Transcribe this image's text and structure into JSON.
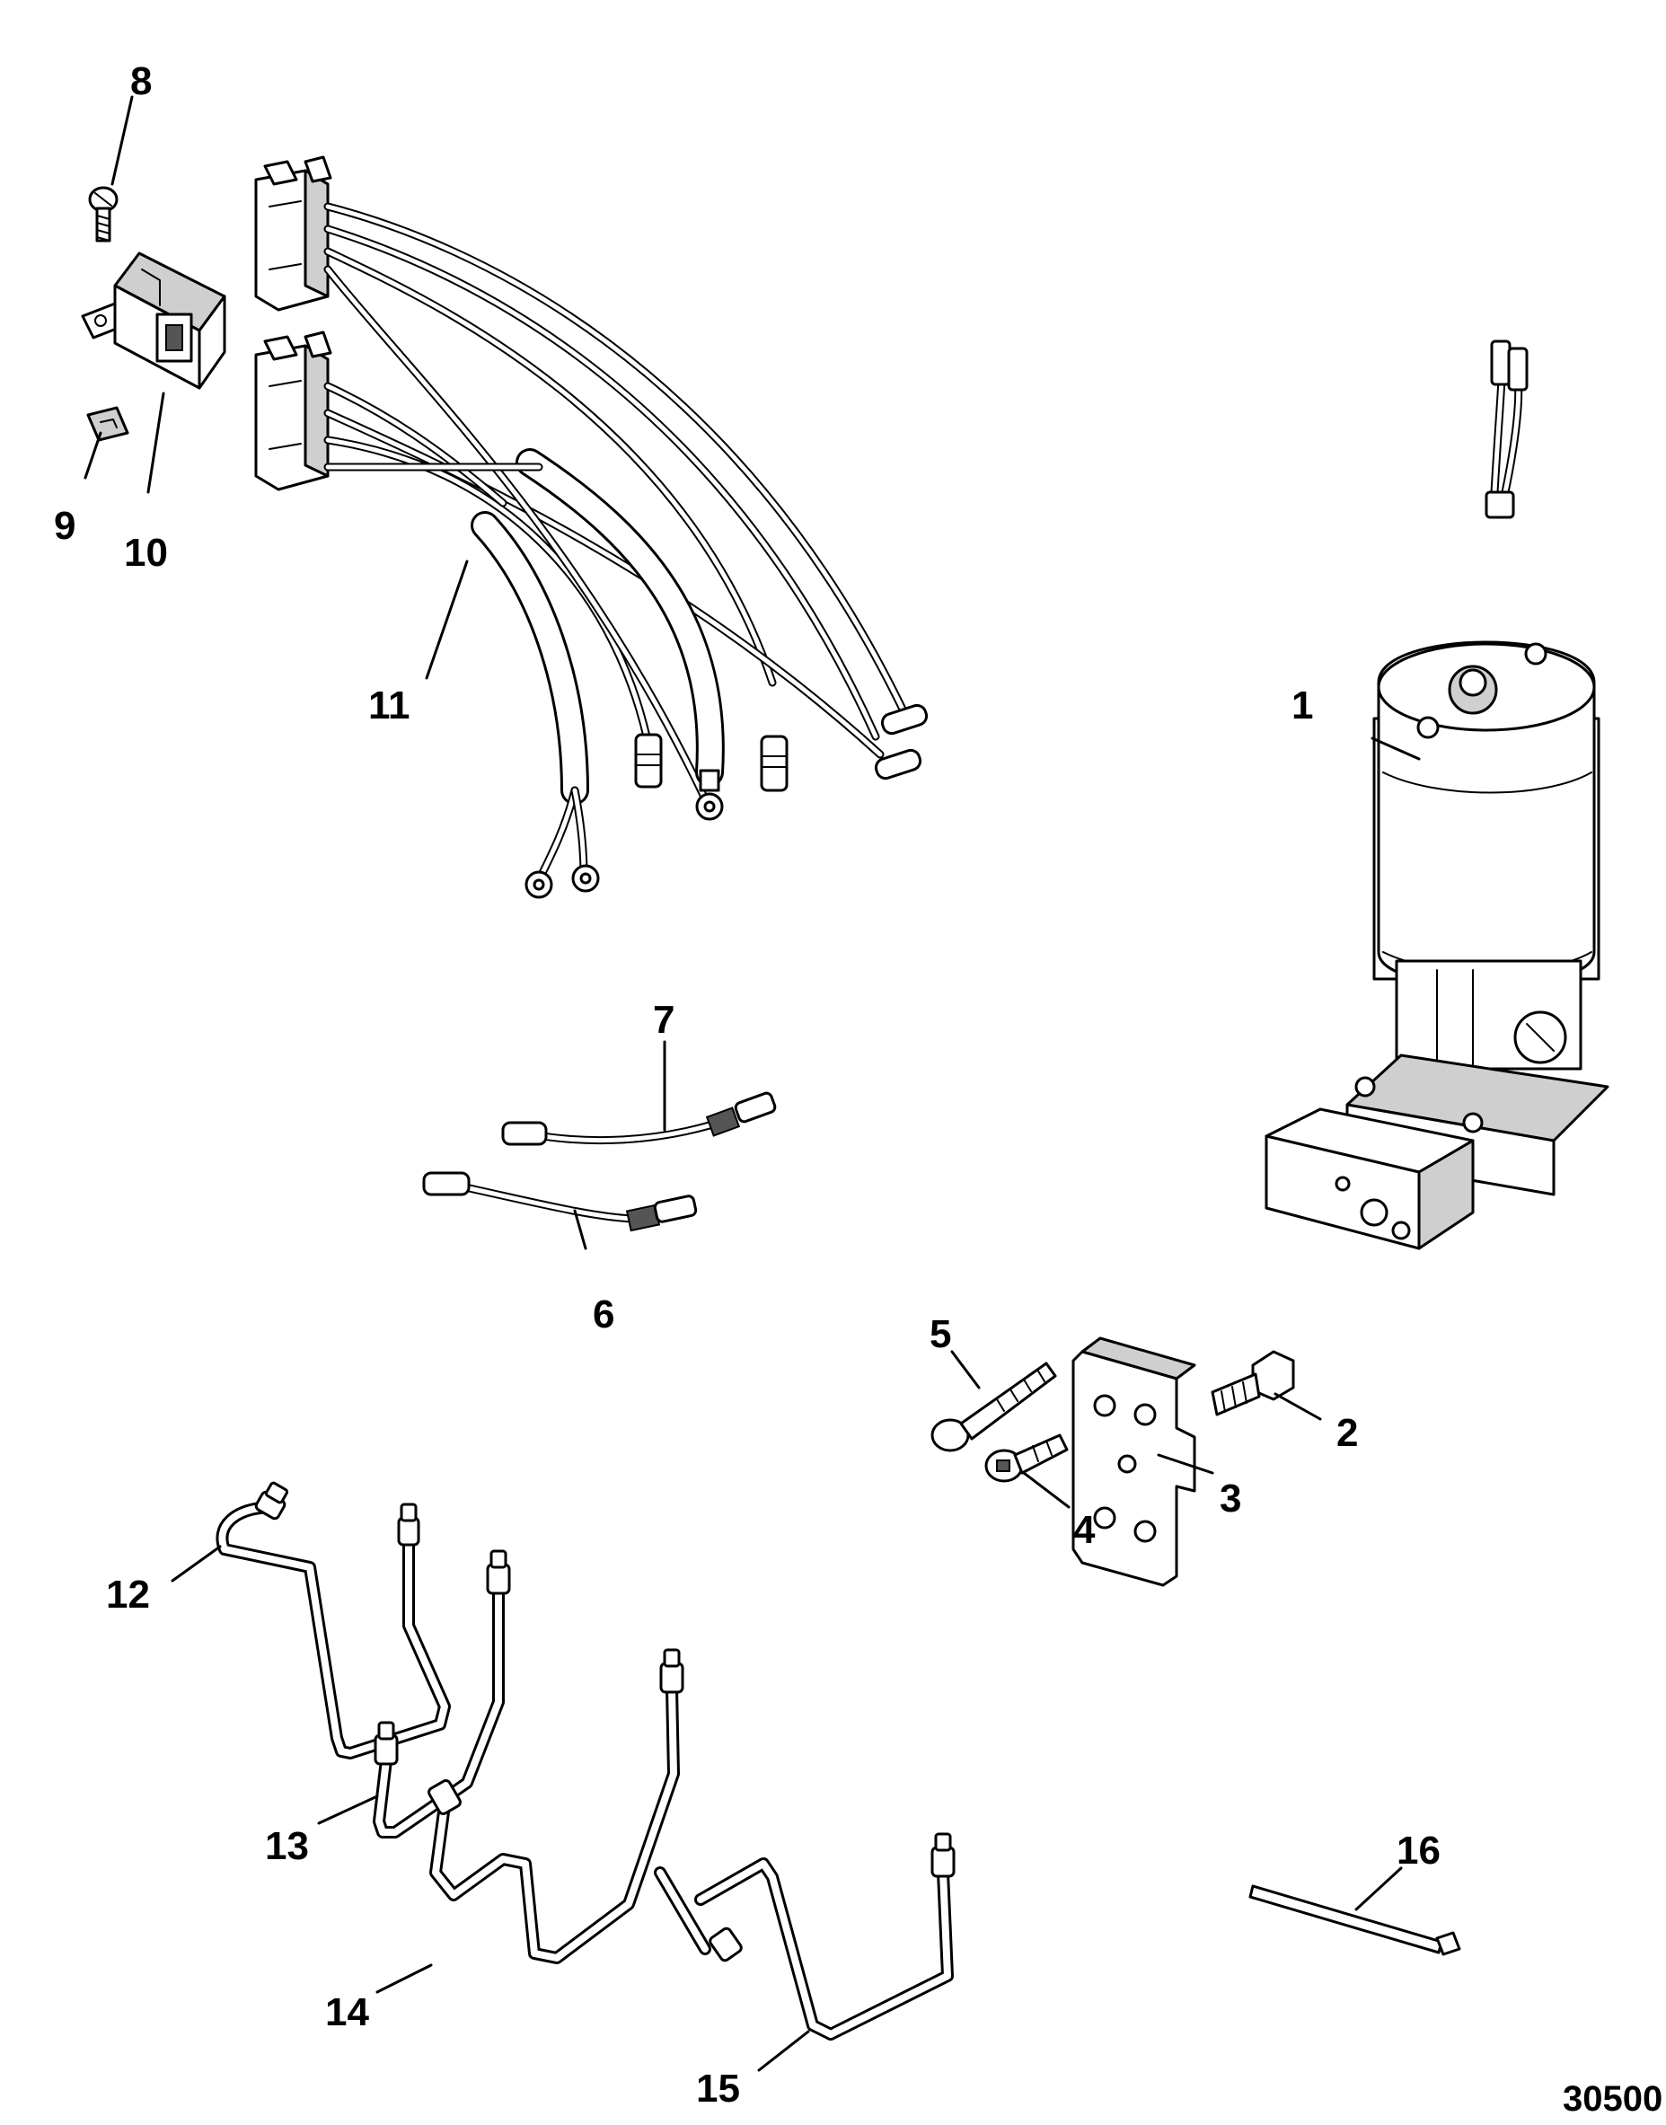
{
  "parts": {
    "p1": "1",
    "p2": "2",
    "p3": "3",
    "p4": "4",
    "p5": "5",
    "p6": "6",
    "p7": "7",
    "p8": "8",
    "p9": "9",
    "p10": "10",
    "p11": "11",
    "p12": "12",
    "p13": "13",
    "p14": "14",
    "p15": "15",
    "p16": "16"
  },
  "figure_ref": "30500"
}
